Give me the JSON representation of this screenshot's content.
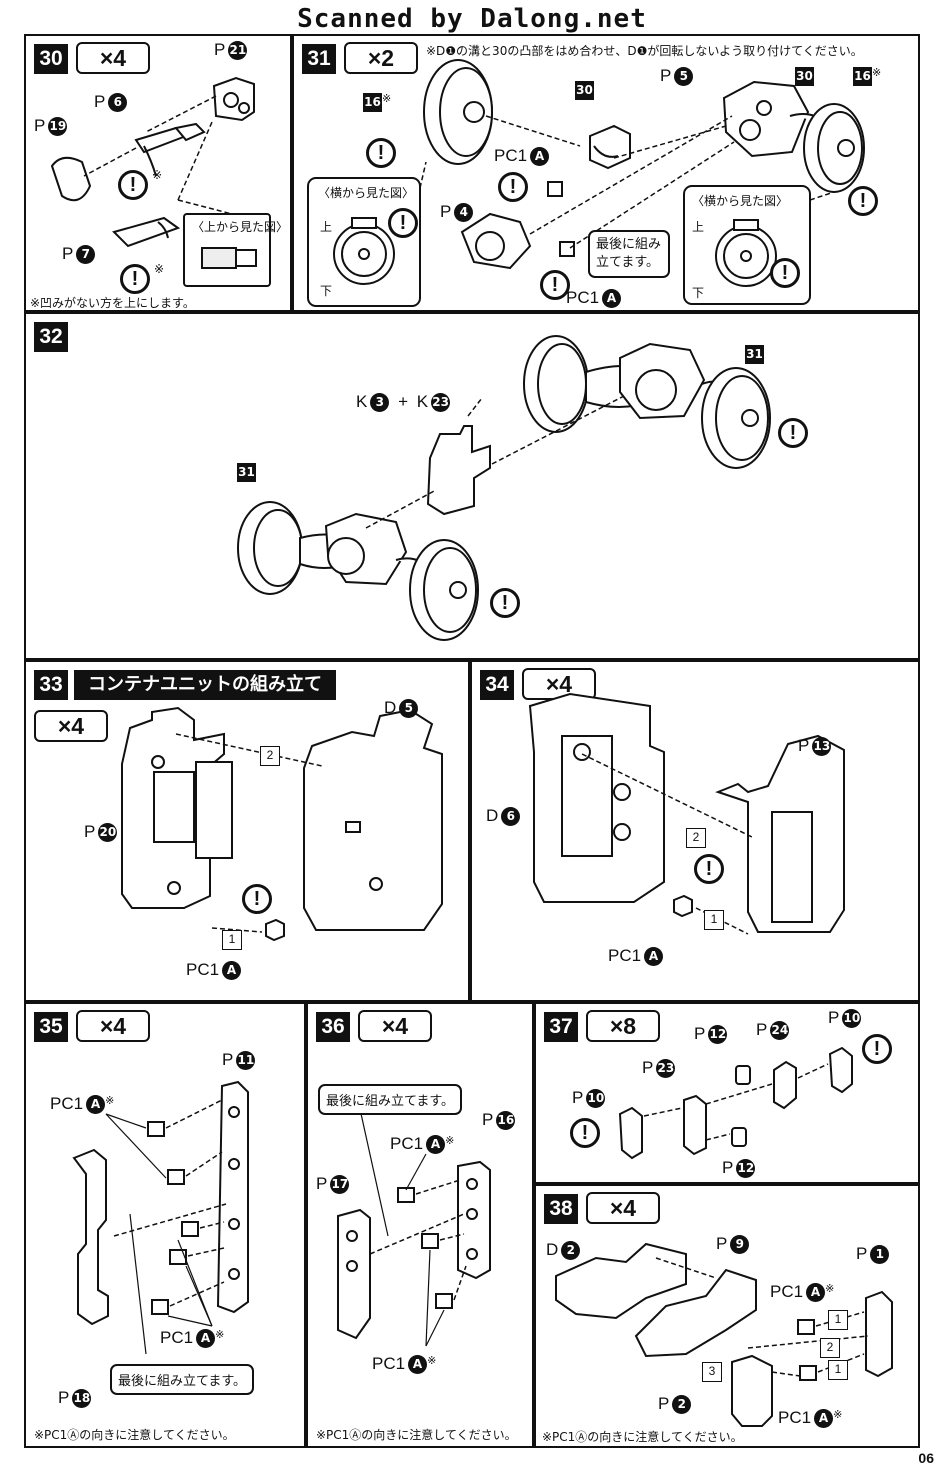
{
  "header": {
    "text": "Scanned by Dalong.net"
  },
  "page_number": "06",
  "steps": {
    "s30": {
      "num": "30",
      "mult": "×4",
      "labels": {
        "p21": "P",
        "p21n": "21",
        "p6": "P",
        "p6n": "6",
        "p19": "P",
        "p19n": "19",
        "p7": "P",
        "p7n": "7"
      },
      "top_view": "〈上から見た図〉",
      "note": "※凹みがない方を上にします。"
    },
    "s31": {
      "num": "31",
      "mult": "×2",
      "instruction": "※D❶の溝と30の凸部をはめ合わせ、D❶が回転しないよう取り付けてください。",
      "labels": {
        "p16a": "16",
        "p30": "30",
        "p5": "P",
        "p5n": "5",
        "p30b": "30",
        "p16b": "16",
        "pc1a": "PC1",
        "pc1an": "A",
        "p4": "P",
        "p4n": "4",
        "pc1b": "PC1",
        "pc1bn": "A"
      },
      "side_view_1": "〈横から見た図〉",
      "up1": "上",
      "down1": "下",
      "side_view_2": "〈横から見た図〉",
      "up2": "上",
      "down2": "下",
      "last": "最後に組み立てます。"
    },
    "s32": {
      "num": "32",
      "k_label": "K",
      "k1": "3",
      "plus": "+",
      "k_label2": "K",
      "k2": "23",
      "ref1": "31",
      "ref2": "31"
    },
    "s33": {
      "num": "33",
      "title": "コンテナユニットの組み立て",
      "mult": "×4",
      "labels": {
        "d5": "D",
        "d5n": "5",
        "p20": "P",
        "p20n": "20",
        "pc1": "PC1",
        "pc1n": "A"
      },
      "step1": "1",
      "step2": "2"
    },
    "s34": {
      "num": "34",
      "mult": "×4",
      "labels": {
        "p13": "P",
        "p13n": "13",
        "d6": "D",
        "d6n": "6",
        "pc1": "PC1",
        "pc1n": "A"
      },
      "step1": "1",
      "step2": "2"
    },
    "s35": {
      "num": "35",
      "mult": "×4",
      "labels": {
        "p11": "P",
        "p11n": "11",
        "pc1a": "PC1",
        "pc1an": "A",
        "pc1b": "PC1",
        "pc1bn": "A",
        "p18": "P",
        "p18n": "18"
      },
      "last": "最後に組み立てます。",
      "note": "※PC1Ⓐの向きに注意してください。"
    },
    "s36": {
      "num": "36",
      "mult": "×4",
      "labels": {
        "p16": "P",
        "p16n": "16",
        "pc1a": "PC1",
        "pc1an": "A",
        "p17": "P",
        "p17n": "17",
        "pc1b": "PC1",
        "pc1bn": "A"
      },
      "last": "最後に組み立てます。",
      "note": "※PC1Ⓐの向きに注意してください。"
    },
    "s37": {
      "num": "37",
      "mult": "×8",
      "labels": {
        "p12a": "P",
        "p12an": "12",
        "p24": "P",
        "p24n": "24",
        "p10a": "P",
        "p10an": "10",
        "p23": "P",
        "p23n": "23",
        "p10b": "P",
        "p10bn": "10",
        "p12b": "P",
        "p12bn": "12"
      }
    },
    "s38": {
      "num": "38",
      "mult": "×4",
      "labels": {
        "d2": "D",
        "d2n": "2",
        "p9": "P",
        "p9n": "9",
        "p1": "P",
        "p1n": "1",
        "pc1a": "PC1",
        "pc1an": "A",
        "p2": "P",
        "p2n": "2",
        "pc1b": "PC1",
        "pc1bn": "A"
      },
      "step1a": "1",
      "step2": "2",
      "step1b": "1",
      "step3": "3",
      "note": "※PC1Ⓐの向きに注意してください。"
    }
  },
  "warn_mark": "!",
  "star_mark": "※"
}
